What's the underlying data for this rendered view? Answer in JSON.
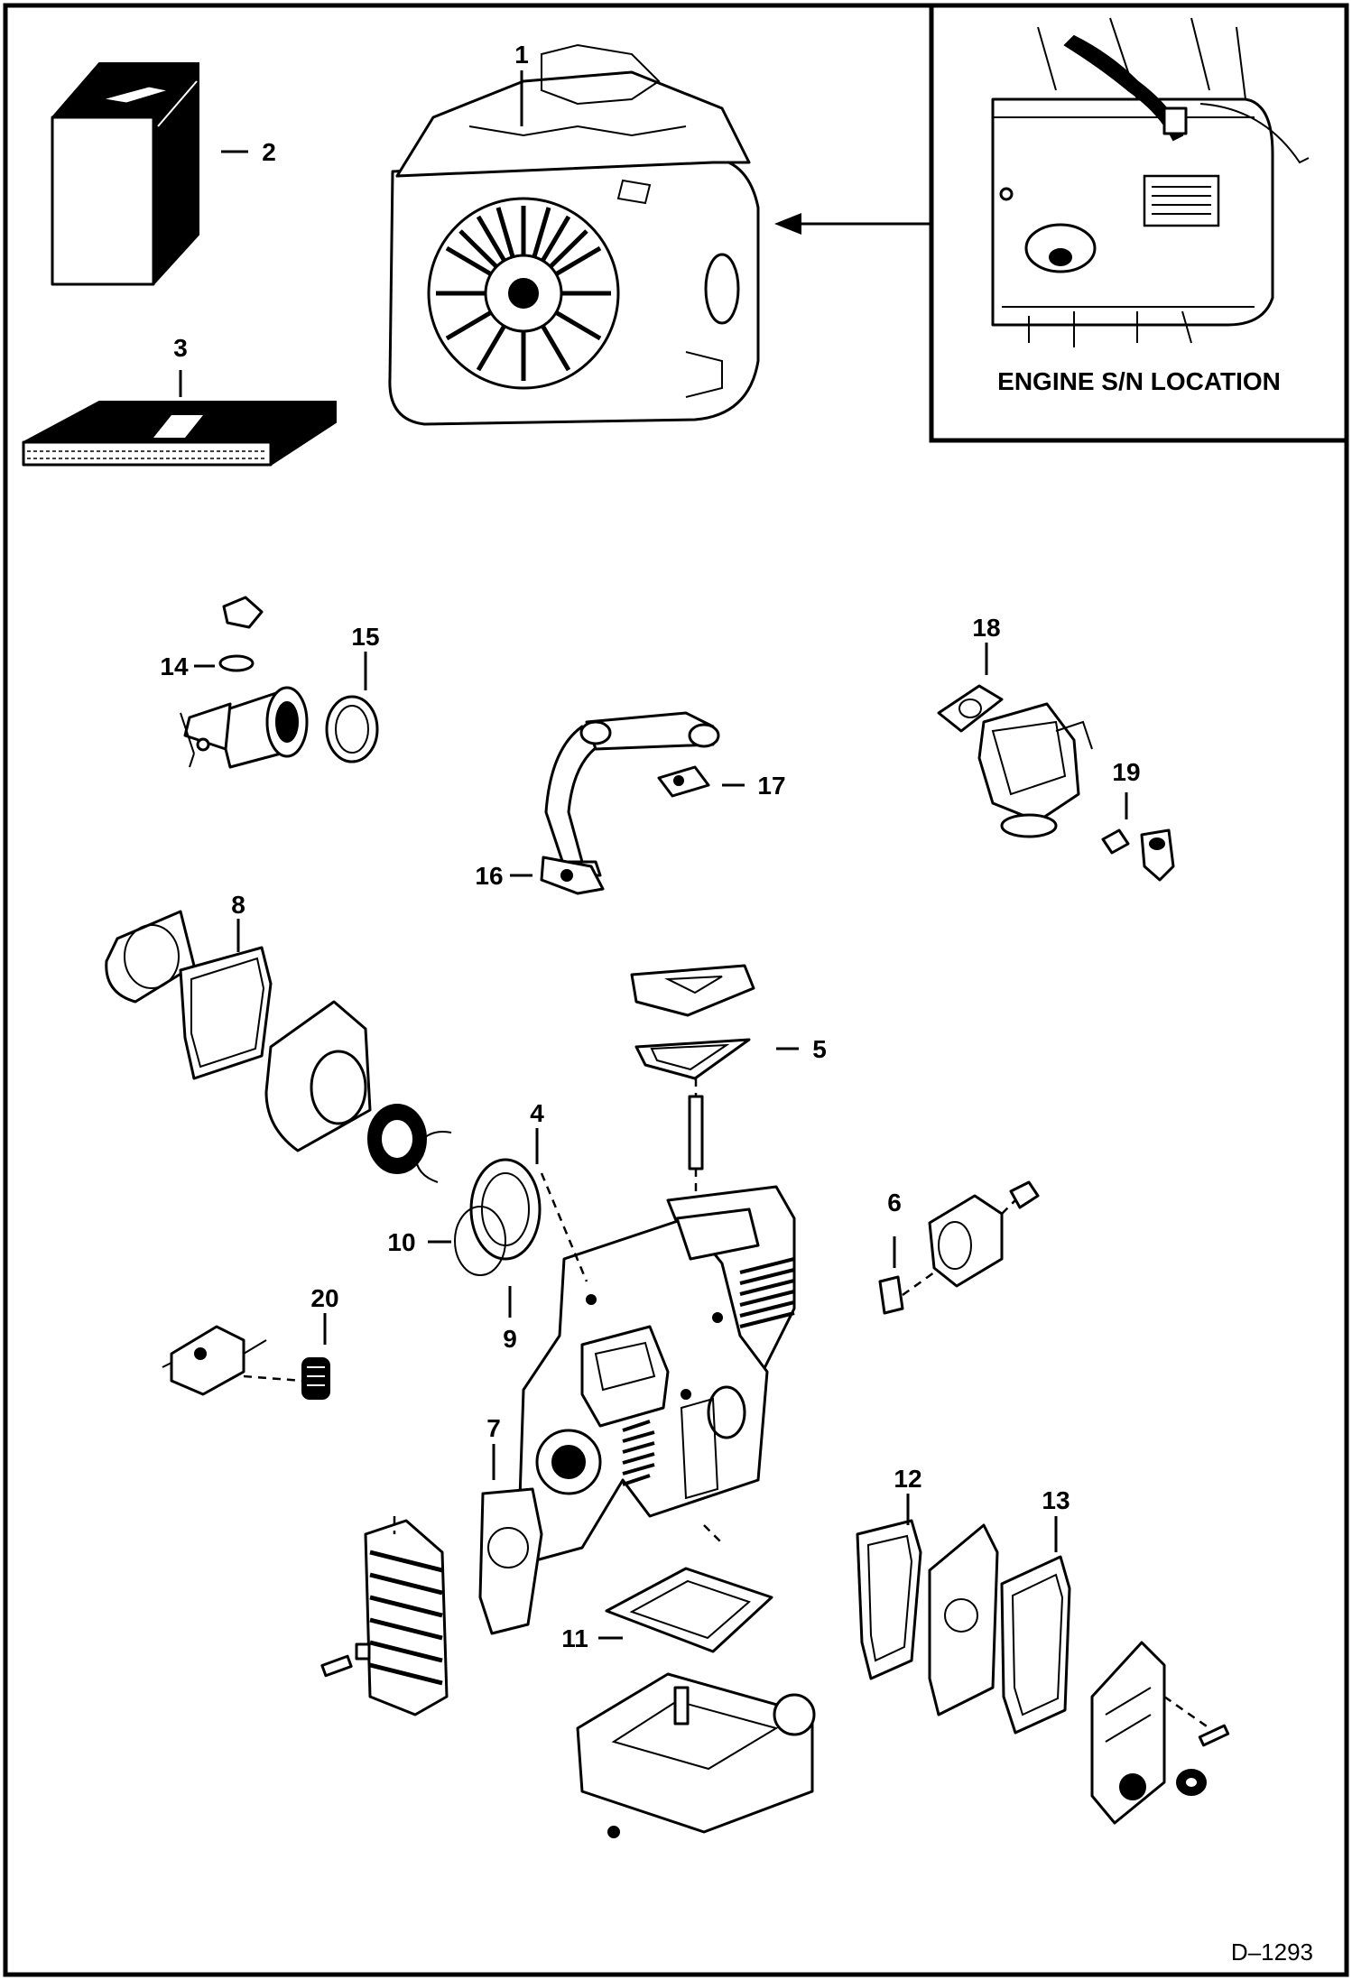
{
  "inset": {
    "caption": "ENGINE S/N LOCATION"
  },
  "drawing_number": "D–1293",
  "callouts": {
    "c1": "1",
    "c2": "2",
    "c3": "3",
    "c4": "4",
    "c5": "5",
    "c6": "6",
    "c7": "7",
    "c8": "8",
    "c9": "9",
    "c10": "10",
    "c11": "11",
    "c12": "12",
    "c13": "13",
    "c14": "14",
    "c15": "15",
    "c16": "16",
    "c17": "17",
    "c18": "18",
    "c19": "19",
    "c20": "20"
  }
}
